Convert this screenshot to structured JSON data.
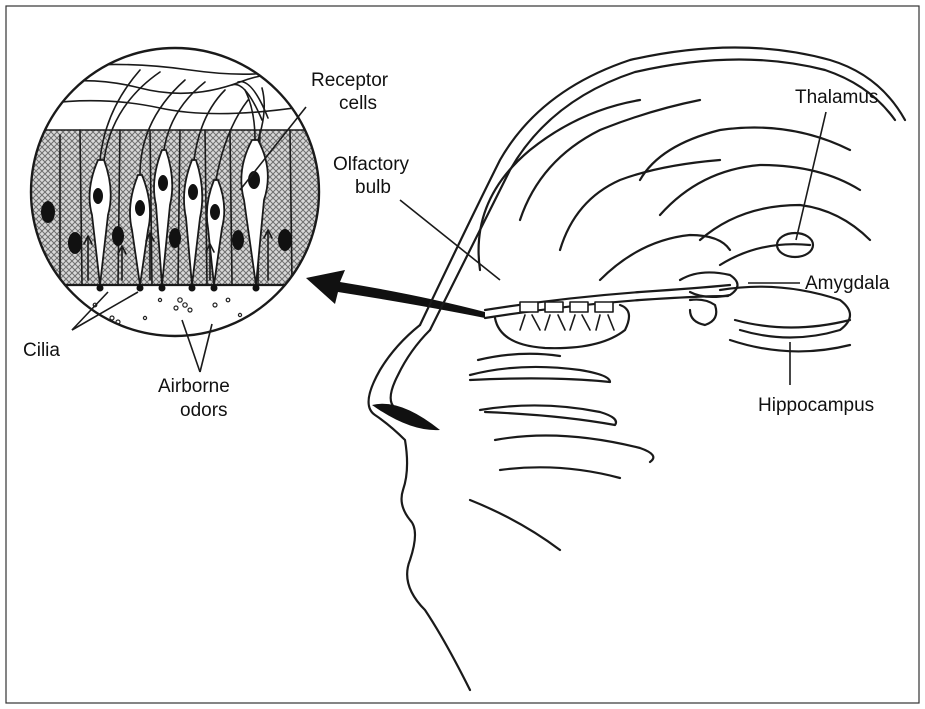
{
  "labels": {
    "receptor_cells_line1": "Receptor",
    "receptor_cells_line2": "cells",
    "thalamus": "Thalamus",
    "olfactory_bulb_line1": "Olfactory",
    "olfactory_bulb_line2": "bulb",
    "amygdala": "Amygdala",
    "cilia": "Cilia",
    "airborne_odors_line1": "Airborne",
    "airborne_odors_line2": "odors",
    "hippocampus": "Hippocampus"
  },
  "colors": {
    "ink": "#1a1a1a",
    "background": "#ffffff",
    "epithelium_shading": "#9a9a9a"
  }
}
